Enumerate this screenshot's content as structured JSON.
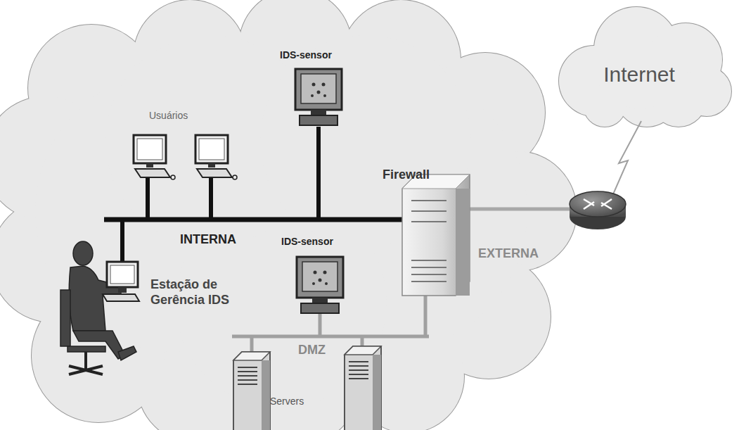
{
  "diagram": {
    "nodes": [
      {
        "text": [
          "Internet"
        ]
      },
      {
        "text": [
          "IDS-sensor"
        ]
      },
      {
        "text": [
          "Firewall"
        ]
      },
      {
        "text": [
          "Estação de Gerência IDS"
        ]
      },
      {
        "text": [
          "IDS-sensor"
        ]
      }
    ],
    "labels": [
      "Usuários",
      "INTERNA",
      "EXTERNA",
      "DMZ",
      "Servers"
    ]
  }
}
